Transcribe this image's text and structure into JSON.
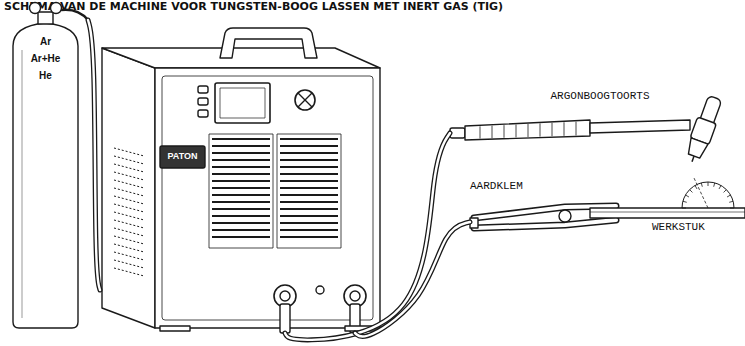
{
  "diagram": {
    "title": "SCHEMA VAN DE MACHINE VOOR TUNGSTEN-BOOG LASSEN MET INERT GAS (TIG)",
    "nodes": [
      {
        "text": [
          "Ar",
          "Ar+He",
          "He"
        ]
      },
      {
        "text": [
          "PATON"
        ]
      },
      {
        "text": [
          "ARGONBOOGTOORTS"
        ]
      },
      {
        "text": [
          "AARDKLEM"
        ]
      },
      {
        "text": [
          "WERKSTUK"
        ]
      }
    ],
    "edges": [
      {
        "from": 0,
        "to": 1,
        "arrow": "none"
      },
      {
        "from": 1,
        "to": 2,
        "arrow": "none"
      },
      {
        "from": 1,
        "to": 3,
        "arrow": "none"
      }
    ]
  }
}
